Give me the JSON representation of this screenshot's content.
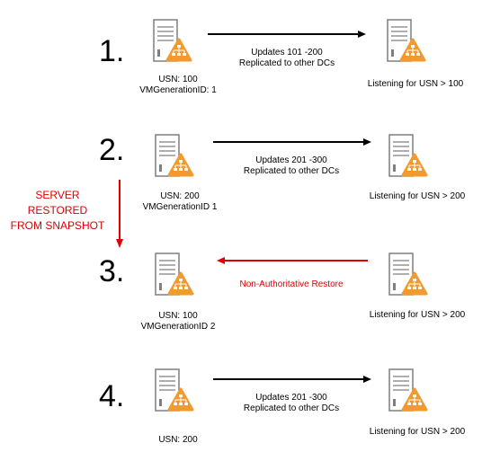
{
  "rows": [
    {
      "step": "1.",
      "left_label_1": "USN: 100",
      "left_label_2": "VMGenerationID: 1",
      "arrow_direction": "right",
      "arrow_color": "#000000",
      "arrow_text_1": "Updates 101 -200",
      "arrow_text_2": "Replicated to other DCs",
      "right_label": "Listening for USN > 100"
    },
    {
      "step": "2.",
      "left_label_1": "USN: 200",
      "left_label_2": "VMGenerationID 1",
      "arrow_direction": "right",
      "arrow_color": "#000000",
      "arrow_text_1": "Updates 201 -300",
      "arrow_text_2": "Replicated to other DCs",
      "right_label": "Listening for USN > 200"
    },
    {
      "step": "3.",
      "left_label_1": "USN: 100",
      "left_label_2": "VMGenerationID 2",
      "arrow_direction": "left",
      "arrow_color": "#e00000",
      "arrow_text_1": "Non-Authoritative Restore",
      "arrow_text_2": "",
      "right_label": "Listening for USN > 200"
    },
    {
      "step": "4.",
      "left_label_1": "USN: 200",
      "left_label_2": "",
      "arrow_direction": "right",
      "arrow_color": "#000000",
      "arrow_text_1": "Updates 201 -300",
      "arrow_text_2": "Replicated to other DCs",
      "right_label": "Listening for USN > 200"
    }
  ],
  "side_note": {
    "line_1": "SERVER",
    "line_2": "RESTORED",
    "line_3": "FROM SNAPSHOT",
    "color": "#e00000"
  },
  "colors": {
    "warning_orange": "#f29a2e",
    "server_gray": "#7f7f7f"
  },
  "icons": {
    "server": "server-icon",
    "warning": "warning-network-icon"
  }
}
